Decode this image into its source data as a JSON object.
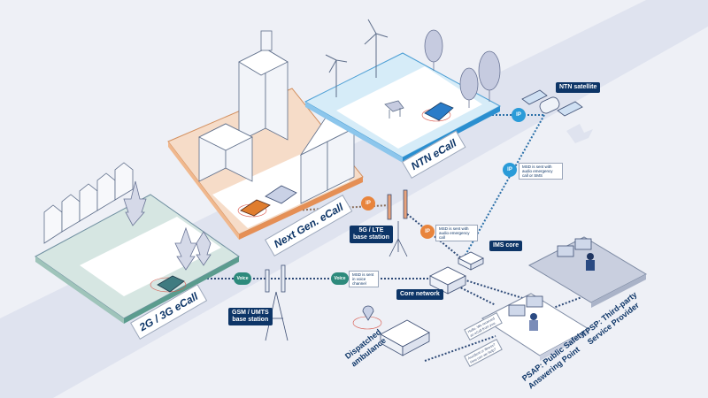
{
  "diagram": {
    "title": "eCall network architecture",
    "colors": {
      "background": "#eef0f6",
      "navy": "#0d3567",
      "ip_orange": "#e8843c",
      "ip_blue": "#2a9bd8",
      "voice_teal": "#2d8a7c",
      "ng_plate": "#f6dcc8",
      "ntn_plate": "#d6ecf8",
      "legacy_plate": "#d6e6e2"
    },
    "scenes": [
      {
        "id": "legacy",
        "label": "2G / 3G eCall"
      },
      {
        "id": "next-gen",
        "label": "Next Gen. eCall"
      },
      {
        "id": "ntn",
        "label": "NTN eCall"
      }
    ],
    "nodes": {
      "gsm_station": "GSM / UMTS\nbase station",
      "lte_station": "5G / LTE\nbase station",
      "ntn_satellite": "NTN satellite",
      "ims_core": "IMS core",
      "core_network": "Core network",
      "ambulance": "Dispatched\nambulance",
      "psap": "PSAP: Public Safety\nAnswering Point",
      "tpsp": "TPSP: Third-party\nService Provider"
    },
    "badges": {
      "ip": "IP",
      "voice": "Voice"
    },
    "notes": {
      "voice_msd": "MSD is sent in voice channel",
      "lte_msd": "MSD is sent with audio emergency call",
      "ntn_msd": "MSD is sent with audio emergency call or SMS"
    },
    "bubbles": {
      "operator_1": "Hello. We received an eCall from you.",
      "operator_2": "Accident or illness? How can we help?"
    }
  }
}
